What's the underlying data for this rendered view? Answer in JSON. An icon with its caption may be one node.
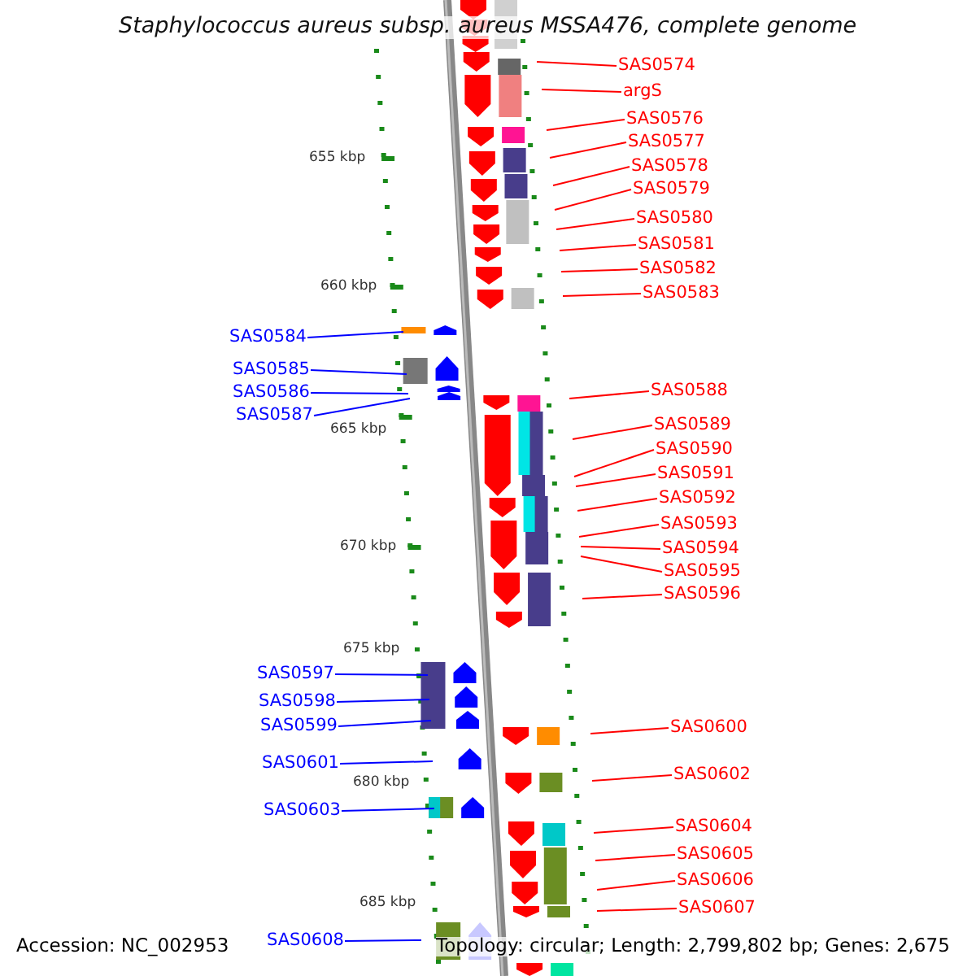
{
  "diagram": {
    "title": "Staphylococcus aureus subsp. aureus MSSA476, complete genome",
    "nodes": [
      {
        "text": [
          "SAS0574"
        ]
      },
      {
        "text": [
          "argS"
        ]
      },
      {
        "text": [
          "SAS0576"
        ]
      },
      {
        "text": [
          "SAS0577"
        ]
      },
      {
        "text": [
          "SAS0578"
        ]
      },
      {
        "text": [
          "SAS0579"
        ]
      },
      {
        "text": [
          "SAS0580"
        ]
      },
      {
        "text": [
          "SAS0581"
        ]
      },
      {
        "text": [
          "SAS0582"
        ]
      },
      {
        "text": [
          "SAS0583"
        ]
      },
      {
        "text": [
          "SAS0584"
        ]
      },
      {
        "text": [
          "SAS0585"
        ]
      },
      {
        "text": [
          "SAS0588"
        ]
      },
      {
        "text": [
          "SAS0586"
        ]
      },
      {
        "text": [
          "SAS0587"
        ]
      },
      {
        "text": [
          "SAS0589"
        ]
      },
      {
        "text": [
          "SAS0590"
        ]
      },
      {
        "text": [
          "SAS0591"
        ]
      },
      {
        "text": [
          "SAS0592"
        ]
      },
      {
        "text": [
          "SAS0593"
        ]
      },
      {
        "text": [
          "SAS0594"
        ]
      },
      {
        "text": [
          "SAS0595"
        ]
      },
      {
        "text": [
          "SAS0596"
        ]
      },
      {
        "text": [
          "SAS0597"
        ]
      },
      {
        "text": [
          "SAS0598"
        ]
      },
      {
        "text": [
          "SAS0599"
        ]
      },
      {
        "text": [
          "SAS0600"
        ]
      },
      {
        "text": [
          "SAS0601"
        ]
      },
      {
        "text": [
          "SAS0602"
        ]
      },
      {
        "text": [
          "SAS0603"
        ]
      },
      {
        "text": [
          "SAS0604"
        ]
      },
      {
        "text": [
          "SAS0605"
        ]
      },
      {
        "text": [
          "SAS0606"
        ]
      },
      {
        "text": [
          "SAS0607"
        ]
      },
      {
        "text": [
          "SAS0608"
        ]
      }
    ],
    "edges": [
      {
        "from": 0,
        "to": null,
        "arrow": "none"
      },
      {
        "from": 1,
        "to": null,
        "arrow": "none"
      },
      {
        "from": 2,
        "to": null,
        "arrow": "none"
      },
      {
        "from": 3,
        "to": null,
        "arrow": "none"
      },
      {
        "from": 4,
        "to": null,
        "arrow": "none"
      },
      {
        "from": 5,
        "to": null,
        "arrow": "none"
      },
      {
        "from": 6,
        "to": null,
        "arrow": "none"
      },
      {
        "from": 7,
        "to": null,
        "arrow": "none"
      },
      {
        "from": 8,
        "to": null,
        "arrow": "none"
      },
      {
        "from": 9,
        "to": null,
        "arrow": "none"
      },
      {
        "from": 10,
        "to": null,
        "arrow": "none",
        "color": "#0000ff"
      },
      {
        "from": 11,
        "to": null,
        "arrow": "none",
        "color": "#0000ff"
      },
      {
        "from": 12,
        "to": null,
        "arrow": "none"
      },
      {
        "from": 13,
        "to": null,
        "arrow": "none",
        "color": "#0000ff"
      },
      {
        "from": 14,
        "to": null,
        "arrow": "none",
        "color": "#0000ff"
      },
      {
        "from": 15,
        "to": null,
        "arrow": "none"
      },
      {
        "from": 16,
        "to": null,
        "arrow": "none"
      },
      {
        "from": 17,
        "to": null,
        "arrow": "none"
      },
      {
        "from": 18,
        "to": null,
        "arrow": "none"
      },
      {
        "from": 19,
        "to": null,
        "arrow": "none"
      },
      {
        "from": 20,
        "to": null,
        "arrow": "none"
      },
      {
        "from": 21,
        "to": null,
        "arrow": "none"
      },
      {
        "from": 22,
        "to": null,
        "arrow": "none"
      },
      {
        "from": 23,
        "to": null,
        "arrow": "none",
        "color": "#0000ff"
      },
      {
        "from": 24,
        "to": null,
        "arrow": "none",
        "color": "#0000ff"
      },
      {
        "from": 25,
        "to": null,
        "arrow": "none",
        "color": "#0000ff"
      },
      {
        "from": 26,
        "to": null,
        "arrow": "none"
      },
      {
        "from": 27,
        "to": null,
        "arrow": "none",
        "color": "#0000ff"
      },
      {
        "from": 28,
        "to": null,
        "arrow": "none"
      },
      {
        "from": 29,
        "to": null,
        "arrow": "none",
        "color": "#0000ff"
      },
      {
        "from": 30,
        "to": null,
        "arrow": "none"
      },
      {
        "from": 31,
        "to": null,
        "arrow": "none"
      },
      {
        "from": 32,
        "to": null,
        "arrow": "none"
      },
      {
        "from": 33,
        "to": null,
        "arrow": "none"
      },
      {
        "from": 34,
        "to": null,
        "arrow": "none",
        "color": "#0000ff"
      }
    ],
    "labels": [
      "655 kbp",
      "660 kbp",
      "665 kbp",
      "670 kbp",
      "675 kbp",
      "680 kbp",
      "685 kbp",
      "Accession: NC_002953",
      "Topology: circular; Length: 2,799,802 bp; Genes: 2,675"
    ]
  }
}
